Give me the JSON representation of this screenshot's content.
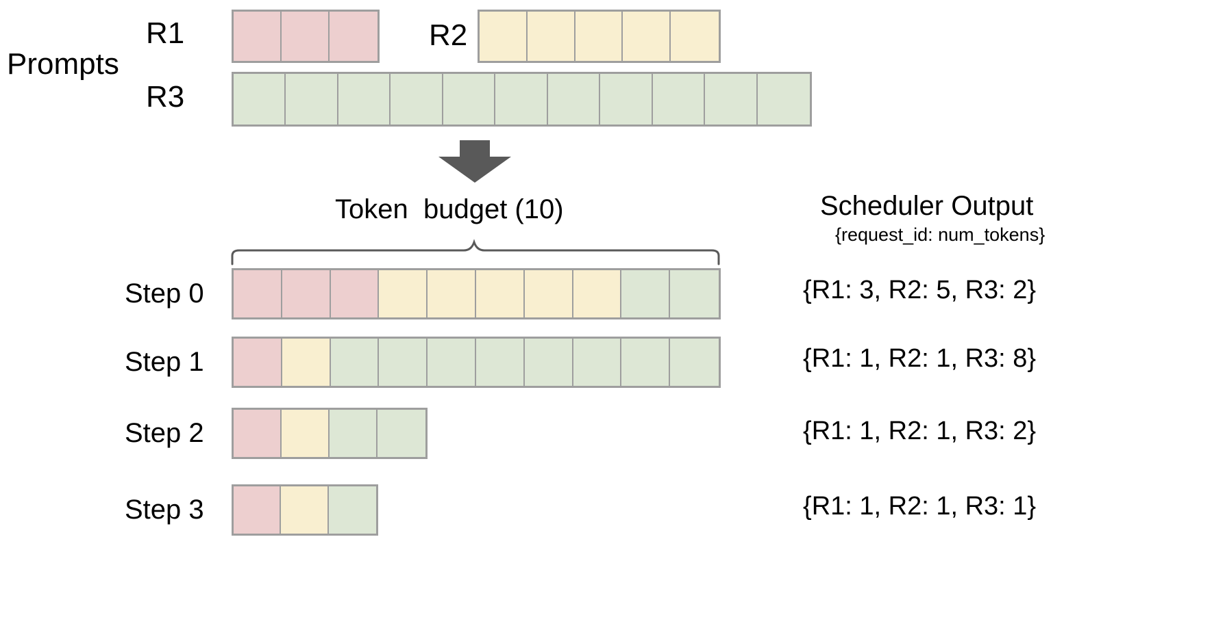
{
  "diagram": {
    "title_prompts": "Prompts",
    "budget_label": "Token  budget (10)",
    "scheduler_title": "Scheduler Output",
    "scheduler_subtitle": "{request_id: num_tokens}",
    "arrow_icon": "down-arrow-icon",
    "brace_icon": "curly-brace-icon",
    "token_budget": 10
  },
  "colors": {
    "r1": "#edcfcf",
    "r2": "#f9efd0",
    "r3": "#dde7d5",
    "border": "#9e9e9e",
    "arrow": "#595959",
    "brace": "#595959",
    "text": "#000000",
    "background": "#ffffff"
  },
  "prompts": [
    {
      "id": "R1",
      "label": "R1",
      "tokens": 3,
      "color_key": "r1"
    },
    {
      "id": "R2",
      "label": "R2",
      "tokens": 5,
      "color_key": "r2"
    },
    {
      "id": "R3",
      "label": "R3",
      "tokens": 11,
      "color_key": "r3"
    }
  ],
  "steps": [
    {
      "label": "Step 0",
      "segments": [
        {
          "request": "R1",
          "count": 3,
          "color_key": "r1"
        },
        {
          "request": "R2",
          "count": 5,
          "color_key": "r2"
        },
        {
          "request": "R3",
          "count": 2,
          "color_key": "r3"
        }
      ],
      "output": "{R1: 3, R2: 5, R3: 2}"
    },
    {
      "label": "Step 1",
      "segments": [
        {
          "request": "R1",
          "count": 1,
          "color_key": "r1"
        },
        {
          "request": "R2",
          "count": 1,
          "color_key": "r2"
        },
        {
          "request": "R3",
          "count": 8,
          "color_key": "r3"
        }
      ],
      "output": "{R1: 1, R2: 1, R3: 8}"
    },
    {
      "label": "Step 2",
      "segments": [
        {
          "request": "R1",
          "count": 1,
          "color_key": "r1"
        },
        {
          "request": "R2",
          "count": 1,
          "color_key": "r2"
        },
        {
          "request": "R3",
          "count": 2,
          "color_key": "r3"
        }
      ],
      "output": "{R1: 1, R2: 1, R3: 2}"
    },
    {
      "label": "Step 3",
      "segments": [
        {
          "request": "R1",
          "count": 1,
          "color_key": "r1"
        },
        {
          "request": "R2",
          "count": 1,
          "color_key": "r2"
        },
        {
          "request": "R3",
          "count": 1,
          "color_key": "r3"
        }
      ],
      "output": "{R1: 1, R2: 1, R3: 1}"
    }
  ]
}
